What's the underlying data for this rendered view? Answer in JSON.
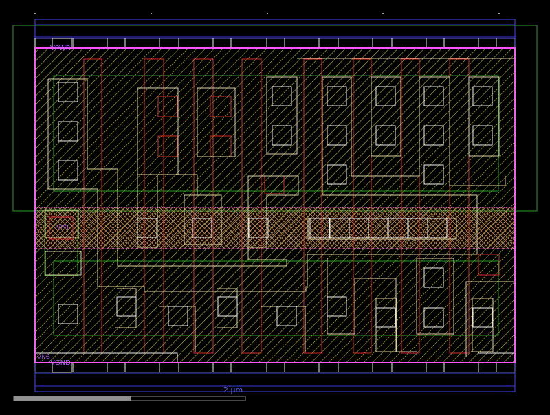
{
  "labels": {
    "vpwr": "VPWR",
    "vgnd": "VGND",
    "vpb": "VPB",
    "vnb": "VNB",
    "scale": "2 µm"
  },
  "colors": {
    "background": "#000000",
    "metal": "#3a3ad8",
    "boundary": "#ff55ff",
    "nwell": "#2e9a2e",
    "poly": "#d03030",
    "li": "#d8d0a0",
    "diff": "#c8c840",
    "contact": "#f0f0f0",
    "scalebar": "#909090",
    "label": "#b060ff"
  }
}
